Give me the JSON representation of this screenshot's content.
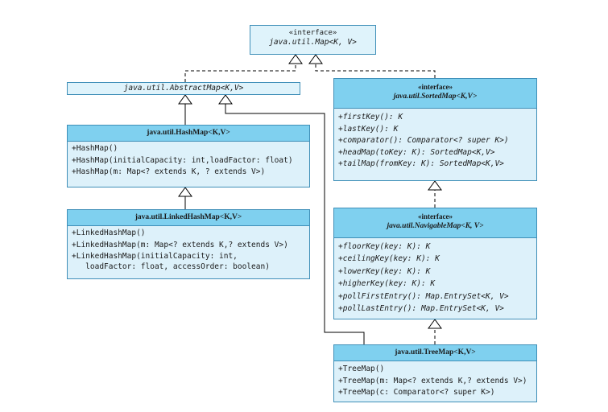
{
  "map_iface": {
    "stereotype": "«interface»",
    "name": "java.util.Map<K, V>"
  },
  "abstract_map": {
    "name": "java.util.AbstractMap<K,V>"
  },
  "sorted_map": {
    "stereotype": "«interface»",
    "name": "java.util.SortedMap<K,V>",
    "methods": [
      "+firstKey(): K",
      "+lastKey(): K",
      "+comparator(): Comparator<? super K>)",
      "+headMap(toKey: K): SortedMap<K,V>",
      "+tailMap(fromKey: K): SortedMap<K,V>"
    ]
  },
  "hash_map": {
    "name": "java.util.HashMap<K,V>",
    "methods": [
      "+HashMap()",
      "+HashMap(initialCapacity: int,loadFactor: float)",
      "+HashMap(m: Map<? extends K, ? extends V>)"
    ]
  },
  "linked_hash_map": {
    "name": "java.util.LinkedHashMap<K,V>",
    "methods": [
      "+LinkedHashMap()",
      "+LinkedHashMap(m: Map<? extends K,? extends V>)",
      "+LinkedHashMap(initialCapacity: int,\n   loadFactor: float, accessOrder: boolean)"
    ]
  },
  "navigable_map": {
    "stereotype": "«interface»",
    "name": "java.util.NavigableMap<K, V>",
    "methods": [
      "+floorKey(key: K): K",
      "+ceilingKey(key: K): K",
      "+lowerKey(key: K): K",
      "+higherKey(key: K): K",
      "+pollFirstEntry(): Map.EntrySet<K, V>",
      "+pollLastEntry(): Map.EntrySet<K, V>"
    ]
  },
  "tree_map": {
    "name": "java.util.TreeMap<K,V>",
    "methods": [
      "+TreeMap()",
      "+TreeMap(m: Map<? extends K,? extends V>)",
      "+TreeMap(c: Comparator<? super K>)"
    ]
  },
  "colors": {
    "header": "#7fd0ef",
    "body": "#ddf1fa",
    "border": "#3f8fb8",
    "line": "#000000"
  }
}
